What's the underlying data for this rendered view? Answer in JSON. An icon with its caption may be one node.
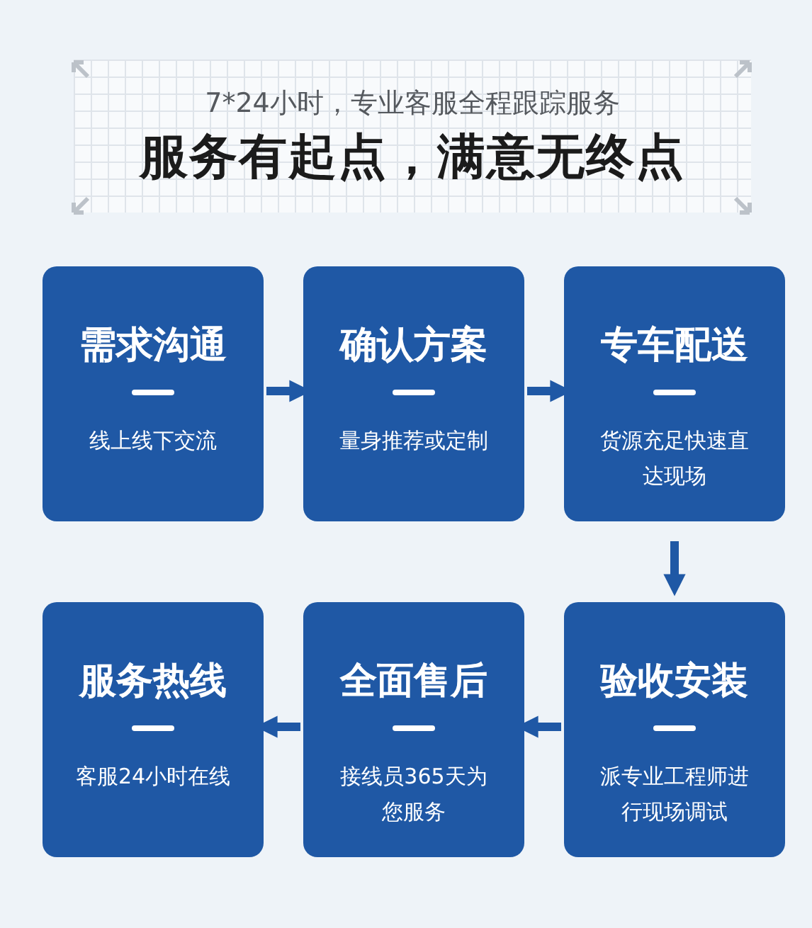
{
  "diagram": {
    "title": "服务有起点，满意无终点",
    "nodes": [
      {
        "text": [
          "需求沟通",
          "线上线下交流"
        ]
      },
      {
        "text": [
          "确认方案",
          "量身推荐或定制"
        ]
      },
      {
        "text": [
          "专车配送",
          "货源充足快速直达现场"
        ]
      },
      {
        "text": [
          "服务热线",
          "客服24小时在线"
        ]
      },
      {
        "text": [
          "全面售后",
          "接线员365天为您服务"
        ]
      },
      {
        "text": [
          "验收安装",
          "派专业工程师进行现场调试"
        ]
      }
    ],
    "edges": [
      {
        "from": 0,
        "to": 1,
        "arrow": "to"
      },
      {
        "from": 1,
        "to": 2,
        "arrow": "to"
      },
      {
        "from": 2,
        "to": 5,
        "arrow": "to"
      },
      {
        "from": 5,
        "to": 4,
        "arrow": "to"
      },
      {
        "from": 4,
        "to": 3,
        "arrow": "to"
      }
    ],
    "labels": [
      "7*24小时，专业客服全程跟踪服务"
    ]
  }
}
